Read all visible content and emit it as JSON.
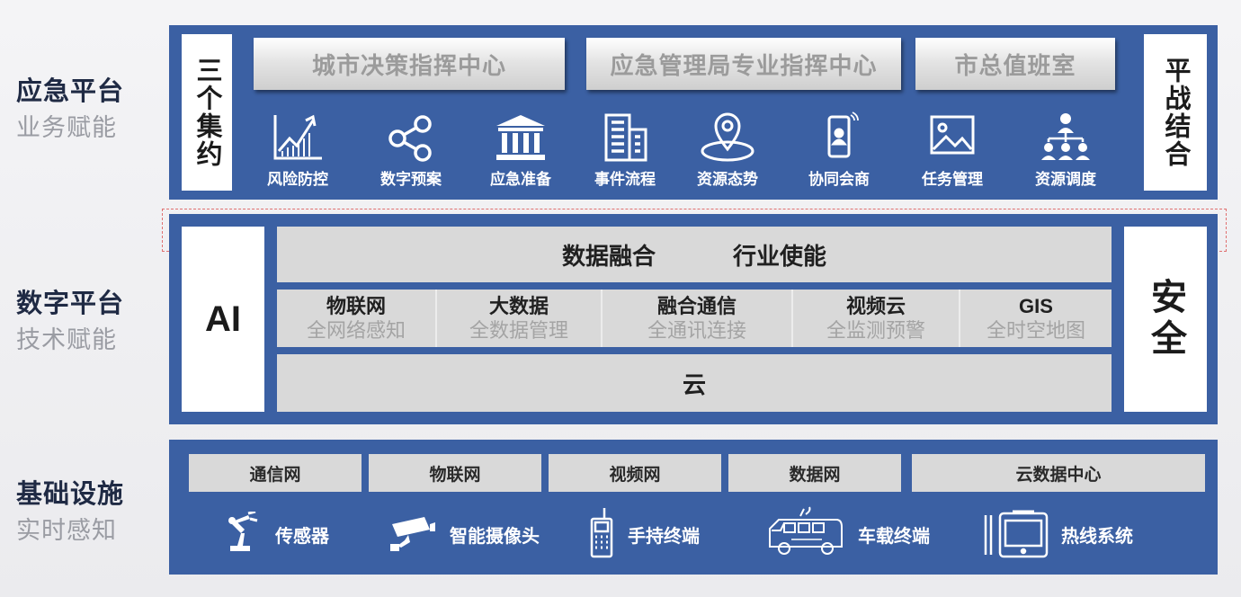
{
  "layers": {
    "emergency": {
      "title": "应急平台",
      "subtitle": "业务赋能"
    },
    "digital": {
      "title": "数字平台",
      "subtitle": "技术赋能"
    },
    "infra": {
      "title": "基础设施",
      "subtitle": "实时感知"
    }
  },
  "emergency_panel": {
    "left_label": "三个集约",
    "right_label": "平战结合",
    "centers": [
      "城市决策指挥中心",
      "应急管理局专业指挥中心",
      "市总值班室"
    ],
    "functions": [
      {
        "label": "风险防控",
        "icon": "rising-chart-icon"
      },
      {
        "label": "数字预案",
        "icon": "share-nodes-icon"
      },
      {
        "label": "应急准备",
        "icon": "bank-building-icon"
      },
      {
        "label": "事件流程",
        "icon": "office-building-icon"
      },
      {
        "label": "资源态势",
        "icon": "location-pin-icon"
      },
      {
        "label": "协同会商",
        "icon": "mobile-phone-icon"
      },
      {
        "label": "任务管理",
        "icon": "picture-icon"
      },
      {
        "label": "资源调度",
        "icon": "org-people-icon"
      }
    ]
  },
  "digital_panel": {
    "left_label": "AI",
    "right_label": "安全",
    "top_bar": [
      "数据融合",
      "行业使能"
    ],
    "techs": [
      {
        "name": "物联网",
        "desc": "全网络感知"
      },
      {
        "name": "大数据",
        "desc": "全数据管理"
      },
      {
        "name": "融合通信",
        "desc": "全通讯连接"
      },
      {
        "name": "视频云",
        "desc": "全监测预警"
      },
      {
        "name": "GIS",
        "desc": "全时空地图"
      }
    ],
    "cloud": "云"
  },
  "infra_panel": {
    "networks": [
      "通信网",
      "物联网",
      "视频网",
      "数据网",
      "云数据中心"
    ],
    "devices": [
      {
        "label": "传感器",
        "icon": "robot-arm-icon"
      },
      {
        "label": "智能摄像头",
        "icon": "cctv-camera-icon"
      },
      {
        "label": "手持终端",
        "icon": "handheld-radio-icon"
      },
      {
        "label": "车载终端",
        "icon": "emergency-vehicle-icon"
      },
      {
        "label": "热线系统",
        "icon": "hotline-terminal-icon"
      }
    ]
  },
  "colors": {
    "panel_blue": "#3b60a3",
    "grey_box": "#d9d9d9",
    "dashed_red": "#e07070"
  }
}
